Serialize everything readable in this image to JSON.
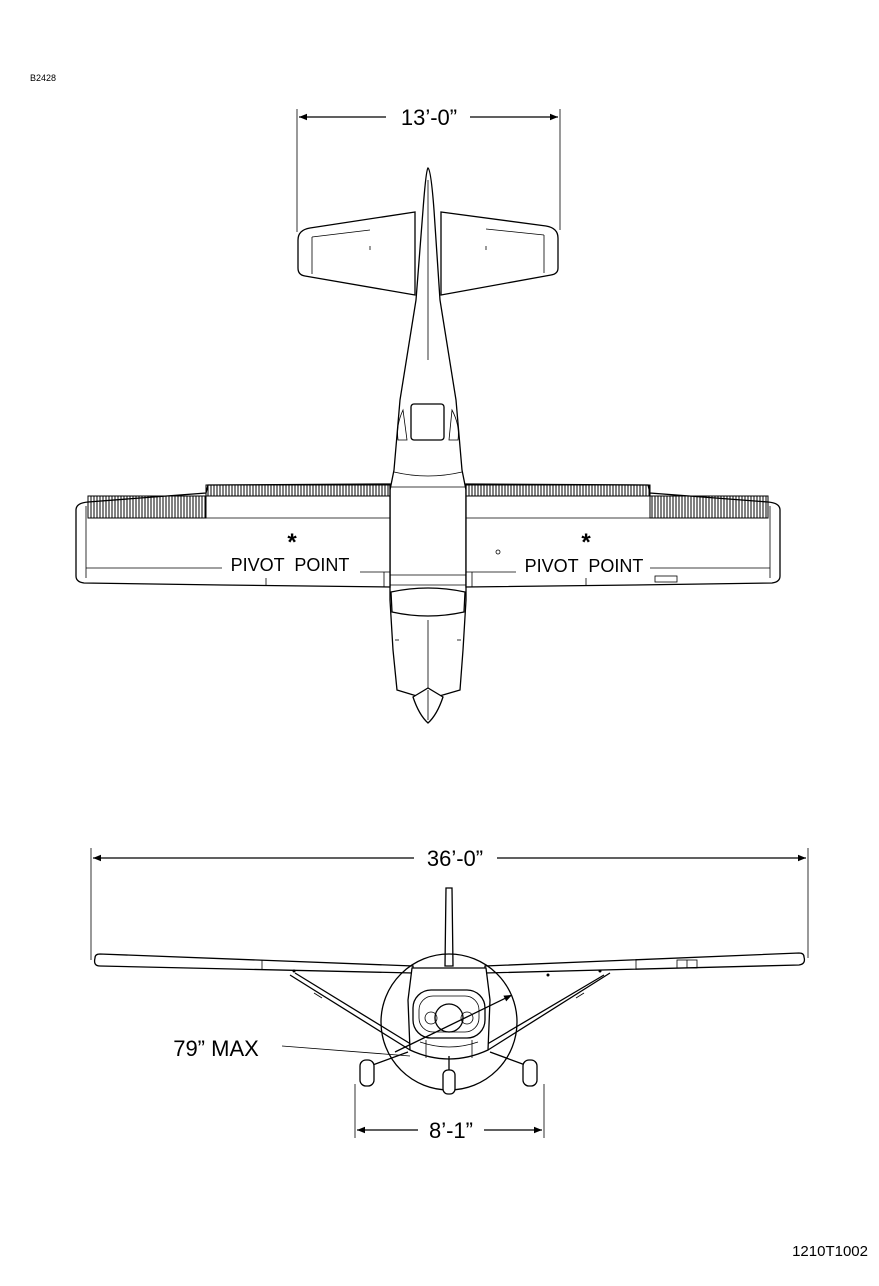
{
  "figure_code": "B2428",
  "drawing_number": "1210T1002",
  "top_view": {
    "tail_span_label": "13’-0”",
    "pivot_star": "*",
    "pivot_left_label": "PIVOT  POINT",
    "pivot_right_label": "PIVOT  POINT"
  },
  "front_view": {
    "wing_span_label": "36’-0”",
    "height_label": "79” MAX",
    "track_label": "8’-1”"
  }
}
